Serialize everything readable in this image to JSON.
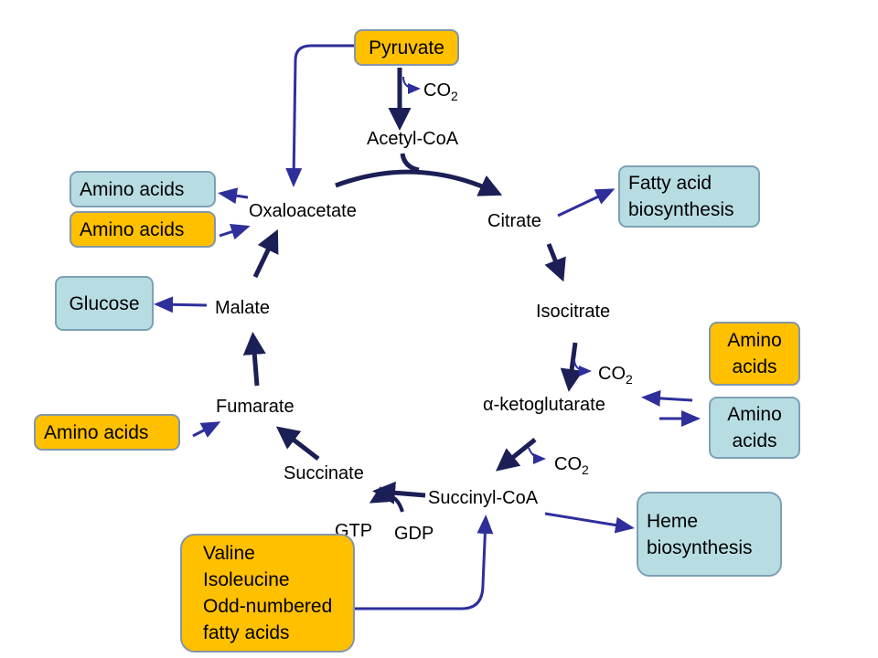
{
  "colors": {
    "cycle_arrow": "#1b1f55",
    "side_arrow": "#2e2f9a",
    "orange_box": "#ffc000",
    "teal_box": "#b7dde3"
  },
  "metabolites": {
    "acetyl_coa": "Acetyl-CoA",
    "citrate": "Citrate",
    "isocitrate": "Isocitrate",
    "alpha_ketoglutarate": "α-ketoglutarate",
    "succinyl_coa": "Succinyl-CoA",
    "succinate": "Succinate",
    "fumarate": "Fumarate",
    "malate": "Malate",
    "oxaloacetate": "Oxaloacetate"
  },
  "cofactors": {
    "co2_a": "CO",
    "co2_a_sub": "2",
    "co2_b": "CO",
    "co2_b_sub": "2",
    "co2_c": "CO",
    "co2_c_sub": "2",
    "gtp": "GTP",
    "gdp": "GDP"
  },
  "boxes": {
    "pyruvate": "Pyruvate",
    "amino_acids_out_oaa": "Amino acids",
    "amino_acids_in_oaa": "Amino acids",
    "glucose": "Glucose",
    "amino_acids_in_fumarate": "Amino acids",
    "fatty_acid_biosynthesis": [
      "Fatty acid",
      "biosynthesis"
    ],
    "amino_acids_in_akg": [
      "Amino",
      "acids"
    ],
    "amino_acids_out_akg": [
      "Amino",
      "acids"
    ],
    "heme_biosynthesis": [
      "Heme",
      "biosynthesis"
    ],
    "succinyl_sources": [
      "Valine",
      "Isoleucine",
      "Odd-numbered",
      "fatty acids"
    ]
  }
}
